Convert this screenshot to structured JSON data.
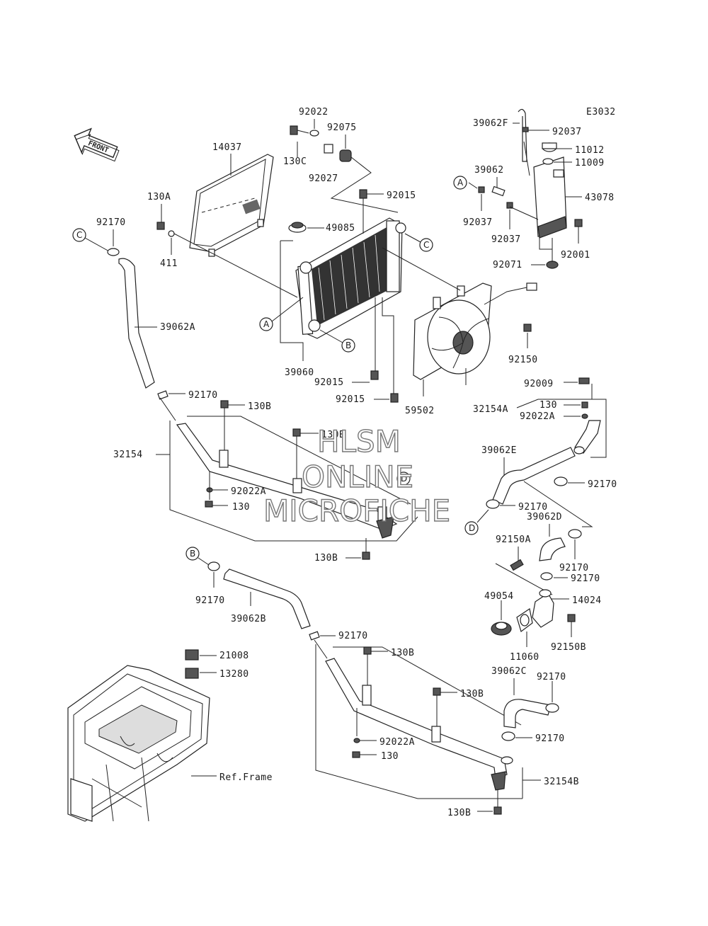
{
  "diagram_code": "E3032",
  "front_arrow": "FRONT",
  "watermark": [
    "HLSM",
    "ONLINE",
    "MICROFICHE"
  ],
  "ref_frame": "Ref.Frame",
  "circle_refs": [
    "A",
    "B",
    "C",
    "D"
  ],
  "parts": {
    "p92022": "92022",
    "p92075": "92075",
    "p130C": "130C",
    "p92027": "92027",
    "p14037": "14037",
    "p130A": "130A",
    "p411": "411",
    "p92170_top": "92170",
    "p39062A": "39062A",
    "p92015_top": "92015",
    "p49085": "49085",
    "p39060": "39060",
    "p92015_a": "92015",
    "p92015_b": "92015",
    "p59502": "59502",
    "p92150": "92150",
    "p39062F": "39062F",
    "p92037_a": "92037",
    "p11012": "11012",
    "p11009": "11009",
    "p39062": "39062",
    "p43078": "43078",
    "p92037_b": "92037",
    "p92037_c": "92037",
    "p92001": "92001",
    "p92071": "92071",
    "p92170_mid": "92170",
    "p130B_1": "130B",
    "p130B_2": "130B",
    "p32154": "32154",
    "p92022A_1": "92022A",
    "p130_1": "130",
    "p130B_3": "130B",
    "p92009": "92009",
    "p32154A": "32154A",
    "p130_2": "130",
    "p92022A_2": "92022A",
    "p39062E": "39062E",
    "p92170_e1": "92170",
    "p92170_e2": "92170",
    "p39062D": "39062D",
    "p92150A": "92150A",
    "p92170_d1": "92170",
    "p92170_d2": "92170",
    "p49054": "49054",
    "p14024": "14024",
    "p11060": "11060",
    "p92150B": "92150B",
    "p92170_b": "92170",
    "p39062B": "39062B",
    "p92170_low": "92170",
    "p130B_4": "130B",
    "p130B_5": "130B",
    "p21008": "21008",
    "p13280": "13280",
    "p92022A_3": "92022A",
    "p130_3": "130",
    "p39062C": "39062C",
    "p92170_c1": "92170",
    "p92170_c2": "92170",
    "p32154B": "32154B",
    "p130B_6": "130B"
  }
}
